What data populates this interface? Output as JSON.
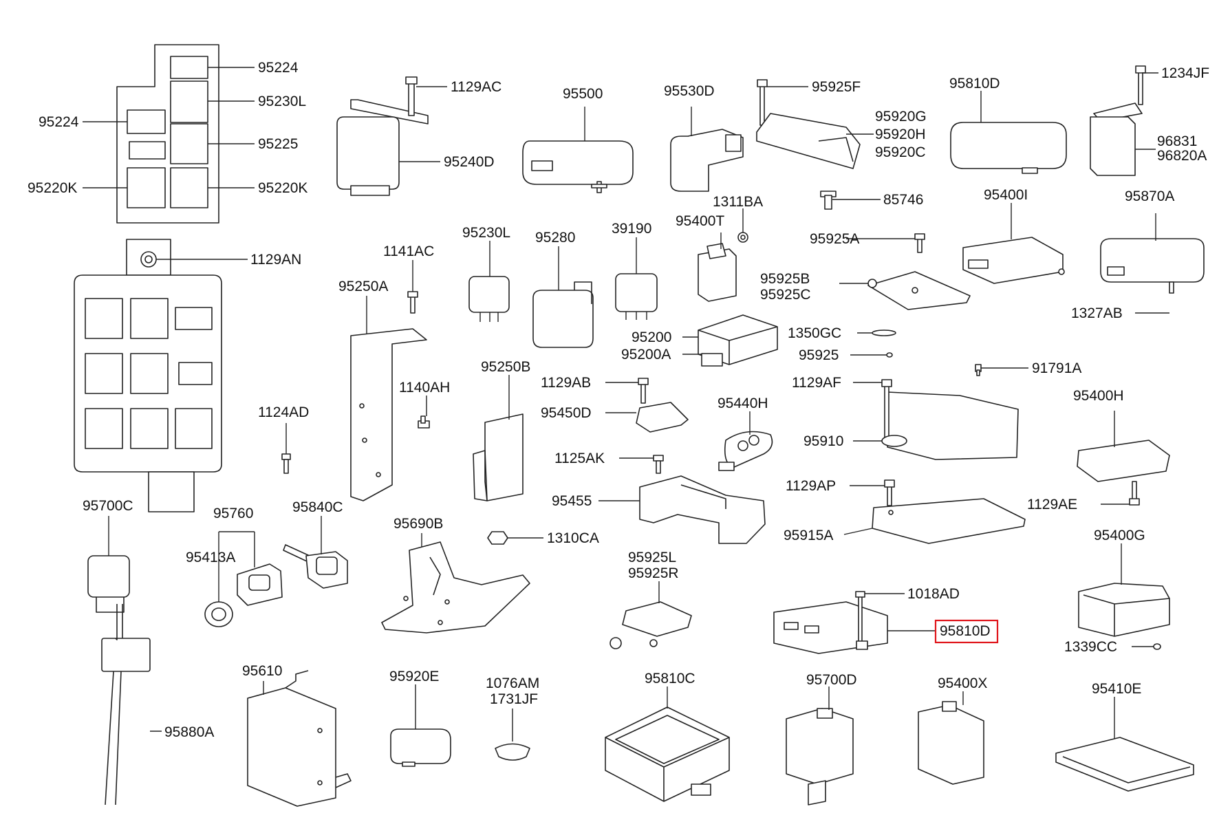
{
  "labels": [
    {
      "text": "95224"
    },
    {
      "text": "95230L"
    },
    {
      "text": "95224"
    },
    {
      "text": "95225"
    },
    {
      "text": "95220K"
    },
    {
      "text": "95220K"
    },
    {
      "text": "1129AN"
    },
    {
      "text": "1129AC"
    },
    {
      "text": "95240D"
    },
    {
      "text": "95500"
    },
    {
      "text": "95530D"
    },
    {
      "text": "95925F"
    },
    {
      "text": "95920G"
    },
    {
      "text": "95920H"
    },
    {
      "text": "95920C"
    },
    {
      "text": "95810D"
    },
    {
      "text": "1234JF"
    },
    {
      "text": "96831"
    },
    {
      "text": "96820A"
    },
    {
      "text": "85746"
    },
    {
      "text": "1311BA"
    },
    {
      "text": "95400T"
    },
    {
      "text": "95400I"
    },
    {
      "text": "95870A"
    },
    {
      "text": "95925A"
    },
    {
      "text": "1327AB"
    },
    {
      "text": "95925B"
    },
    {
      "text": "95925C"
    },
    {
      "text": "1141AC"
    },
    {
      "text": "95250A"
    },
    {
      "text": "95230L"
    },
    {
      "text": "95280"
    },
    {
      "text": "39190"
    },
    {
      "text": "95200"
    },
    {
      "text": "95200A"
    },
    {
      "text": "1350GC"
    },
    {
      "text": "95925"
    },
    {
      "text": "91791A"
    },
    {
      "text": "1140AH"
    },
    {
      "text": "95250B"
    },
    {
      "text": "1129AB"
    },
    {
      "text": "95450D"
    },
    {
      "text": "95440H"
    },
    {
      "text": "1129AF"
    },
    {
      "text": "95910"
    },
    {
      "text": "95400H"
    },
    {
      "text": "1124AD"
    },
    {
      "text": "1125AK"
    },
    {
      "text": "95455"
    },
    {
      "text": "1129AP"
    },
    {
      "text": "1129AE"
    },
    {
      "text": "95915A"
    },
    {
      "text": "95700C"
    },
    {
      "text": "95760"
    },
    {
      "text": "95840C"
    },
    {
      "text": "95690B"
    },
    {
      "text": "1310CA"
    },
    {
      "text": "95413A"
    },
    {
      "text": "95925L"
    },
    {
      "text": "95925R"
    },
    {
      "text": "1018AD"
    },
    {
      "text": "95400G"
    },
    {
      "text": "95810D"
    },
    {
      "text": "1339CC"
    },
    {
      "text": "95610"
    },
    {
      "text": "95920E"
    },
    {
      "text": "1076AM"
    },
    {
      "text": "1731JF"
    },
    {
      "text": "95810C"
    },
    {
      "text": "95700D"
    },
    {
      "text": "95400X"
    },
    {
      "text": "95410E"
    },
    {
      "text": "95880A"
    }
  ],
  "highlighted_part": "95810D"
}
